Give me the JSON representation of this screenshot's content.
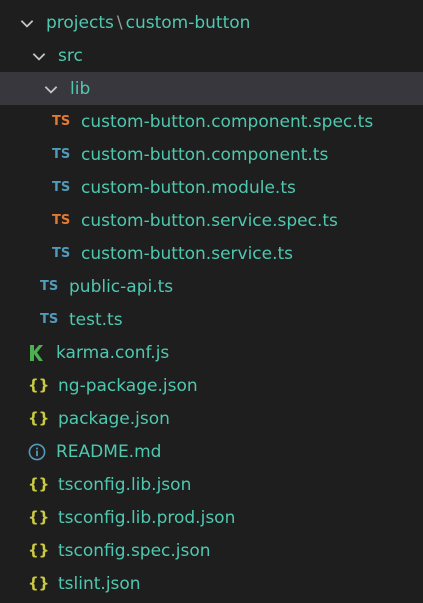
{
  "tree": {
    "root": {
      "part1": "projects",
      "separator": "\\",
      "part2": "custom-button"
    },
    "folders": [
      {
        "label": "src"
      },
      {
        "label": "lib"
      }
    ],
    "files": [
      {
        "label": "custom-button.component.spec.ts",
        "icon": "ts-icon",
        "icon_text": "TS",
        "icon_color": "#e37933"
      },
      {
        "label": "custom-button.component.ts",
        "icon": "ts-icon",
        "icon_text": "TS",
        "icon_color": "#519aba"
      },
      {
        "label": "custom-button.module.ts",
        "icon": "ts-icon",
        "icon_text": "TS",
        "icon_color": "#519aba"
      },
      {
        "label": "custom-button.service.spec.ts",
        "icon": "ts-icon",
        "icon_text": "TS",
        "icon_color": "#e37933"
      },
      {
        "label": "custom-button.service.ts",
        "icon": "ts-icon",
        "icon_text": "TS",
        "icon_color": "#519aba"
      },
      {
        "label": "public-api.ts",
        "icon": "ts-icon",
        "icon_text": "TS",
        "icon_color": "#519aba"
      },
      {
        "label": "test.ts",
        "icon": "ts-icon",
        "icon_text": "TS",
        "icon_color": "#519aba"
      },
      {
        "label": "karma.conf.js",
        "icon": "karma-icon",
        "icon_color": "#4caf50"
      },
      {
        "label": "ng-package.json",
        "icon": "json-icon",
        "icon_text": "{}",
        "icon_color": "#cbcb41"
      },
      {
        "label": "package.json",
        "icon": "json-icon",
        "icon_text": "{}",
        "icon_color": "#cbcb41"
      },
      {
        "label": "README.md",
        "icon": "info-icon",
        "icon_color": "#519aba"
      },
      {
        "label": "tsconfig.lib.json",
        "icon": "json-icon",
        "icon_text": "{}",
        "icon_color": "#cbcb41"
      },
      {
        "label": "tsconfig.lib.prod.json",
        "icon": "json-icon",
        "icon_text": "{}",
        "icon_color": "#cbcb41"
      },
      {
        "label": "tsconfig.spec.json",
        "icon": "json-icon",
        "icon_text": "{}",
        "icon_color": "#cbcb41"
      },
      {
        "label": "tslint.json",
        "icon": "json-icon",
        "icon_text": "{}",
        "icon_color": "#cbcb41"
      }
    ]
  },
  "colors": {
    "background": "#1e1e1e",
    "selection": "#37373d",
    "label": "#4ec9b0",
    "chevron": "#c5c5c5"
  }
}
